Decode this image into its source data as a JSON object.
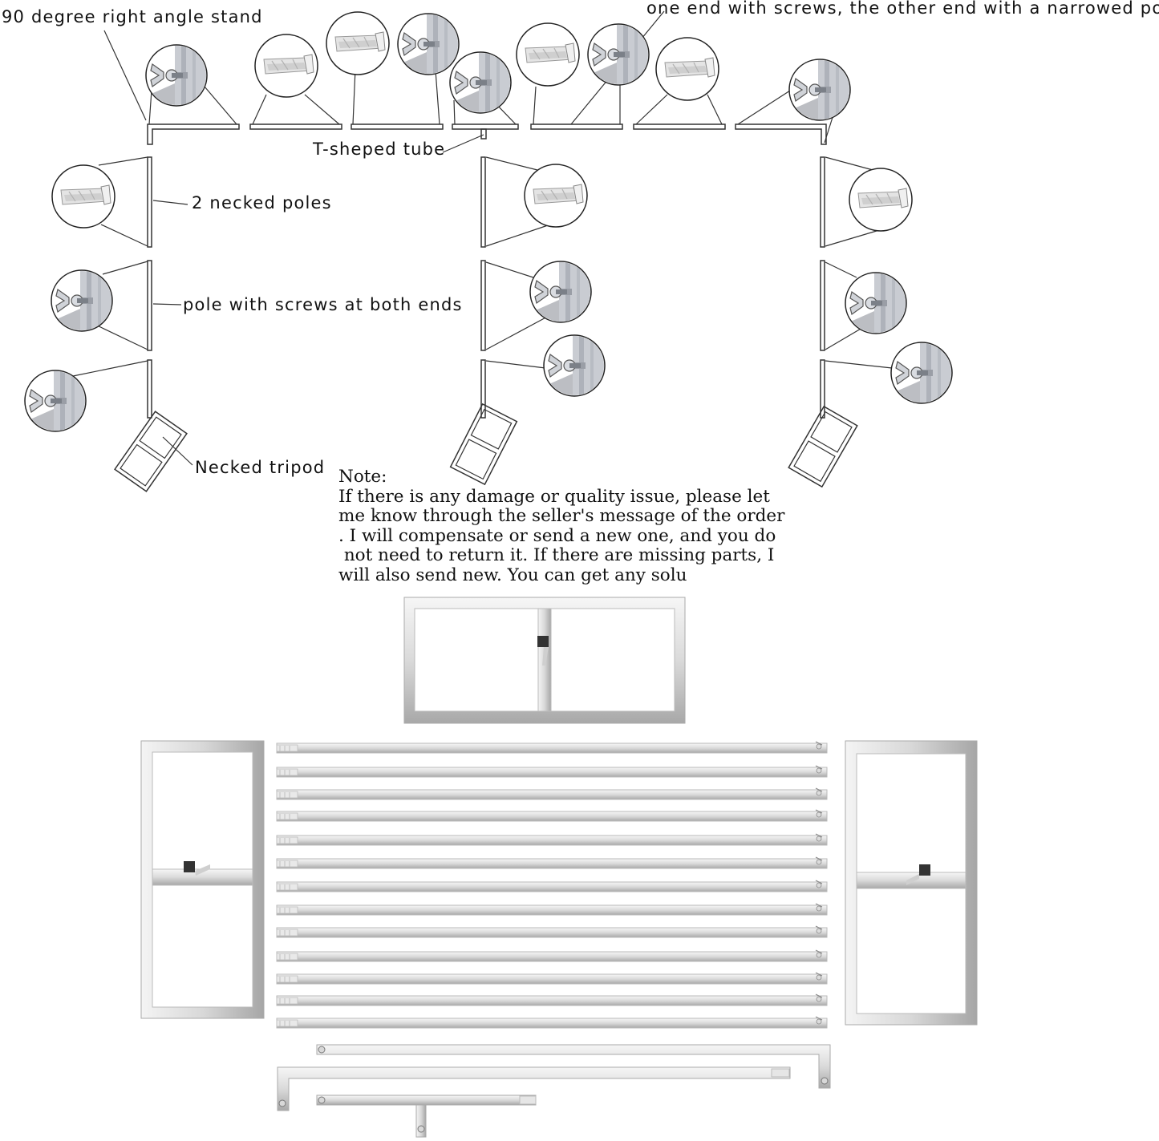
{
  "labels": {
    "right_angle_stand": "90 degree right angle stand",
    "screws_and_narrowed": "one end with screws, the other end with a narrowed pole",
    "t_tube": "T-sheped tube",
    "necked_poles": "2 necked poles",
    "screw_pole": "pole with screws at both ends",
    "tripod": "Necked tripod"
  },
  "note": {
    "heading": "Note:",
    "lines": [
      "If there is any damage or quality issue, please let",
      "me know through the seller's message of the order",
      ". I will compensate or send a new one, and you do",
      " not need to return it. If there are missing parts, I",
      "will also send new. You can get any solu"
    ]
  },
  "colors": {
    "line": "#333333",
    "metal_light": "#eeeeee",
    "metal_mid": "#cfcfcf",
    "metal_dark": "#8a8a8a"
  },
  "icons": {
    "screw_detail": "wing-screw-icon",
    "tube_end_detail": "tube-end-icon"
  }
}
